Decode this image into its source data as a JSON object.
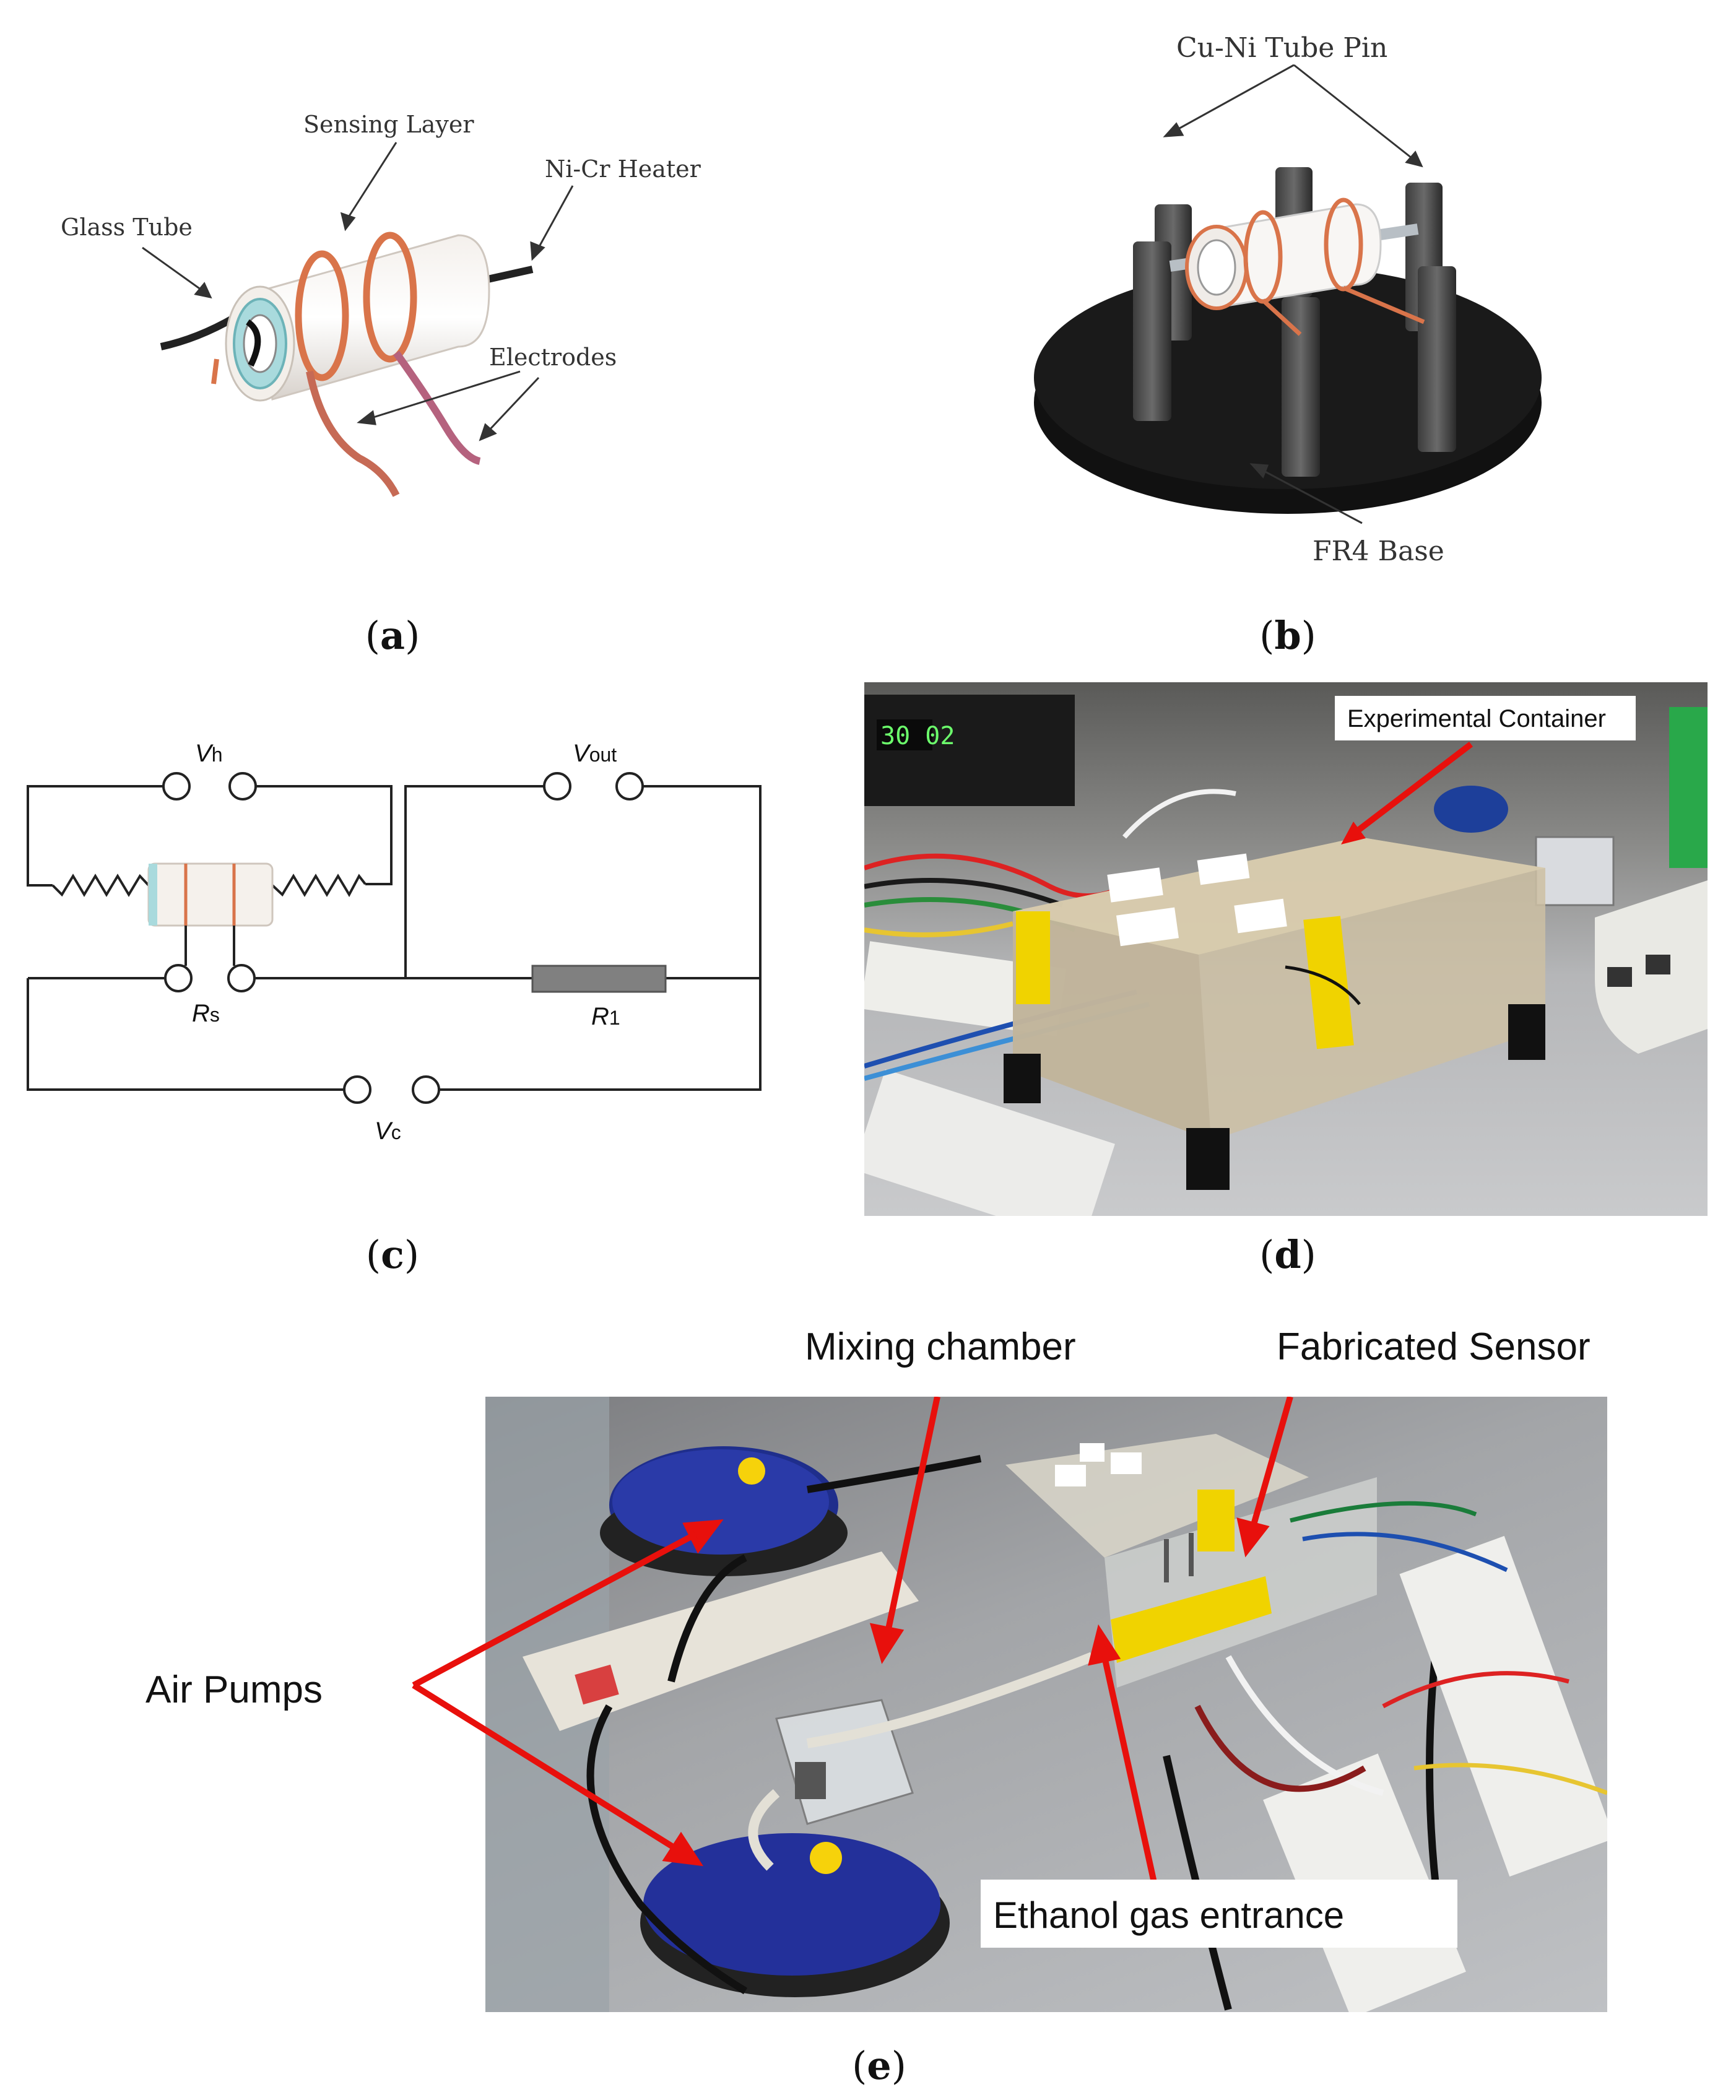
{
  "panel_a": {
    "labels": {
      "sensing_layer": "Sensing Layer",
      "ni_cr_heater": "Ni-Cr Heater",
      "glass_tube": "Glass Tube",
      "electrodes": "Electrodes"
    },
    "caption": "a"
  },
  "panel_b": {
    "labels": {
      "cu_ni_tube_pin": "Cu-Ni Tube Pin",
      "fr4_base": "FR4 Base"
    },
    "caption": "b"
  },
  "panel_c": {
    "labels": {
      "vh_main": "V",
      "vh_sub": "h",
      "vout_main": "V",
      "vout_sub": "out",
      "rs_main": "R",
      "rs_sub": "s",
      "r1_main": "R",
      "r1_sub": "1",
      "vc_main": "V",
      "vc_sub": "c"
    },
    "caption": "c"
  },
  "panel_d": {
    "labels": {
      "experimental_container": "Experimental Container"
    },
    "caption": "d"
  },
  "panel_e": {
    "labels": {
      "mixing_chamber": "Mixing chamber",
      "fabricated_sensor": "Fabricated Sensor",
      "air_pumps": "Air Pumps",
      "ethanol_gas_entrance": "Ethanol gas entrance"
    },
    "caption": "e"
  },
  "colors": {
    "arrow_red": "#e8100c",
    "copper": "#d9744a",
    "ink": "#222222"
  }
}
